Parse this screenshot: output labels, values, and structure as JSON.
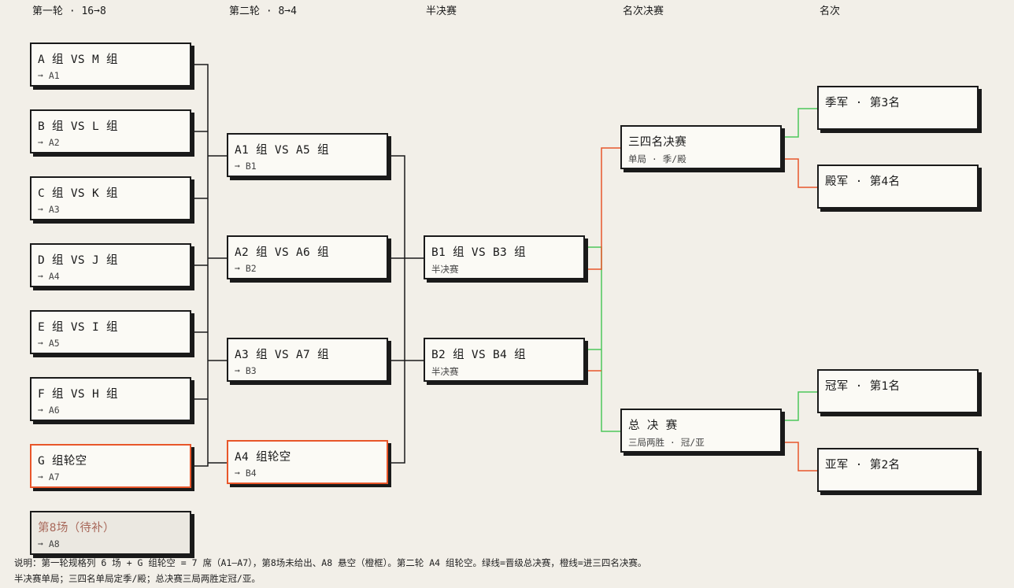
{
  "rounds": [
    "第一轮 · 16➞8",
    "第二轮 · 8➞4",
    "半决赛",
    "名次决赛",
    "名次"
  ],
  "colors": {
    "advance": "#4cc75a",
    "third_place": "#e8562a",
    "line": "#1a1a1a"
  },
  "round1": [
    {
      "title": "A 组 VS M 组",
      "sub": "➞ A1"
    },
    {
      "title": "B 组 VS L 组",
      "sub": "➞ A2"
    },
    {
      "title": "C 组 VS K 组",
      "sub": "➞ A3"
    },
    {
      "title": "D 组 VS J 组",
      "sub": "➞ A4"
    },
    {
      "title": "E 组 VS I 组",
      "sub": "➞ A5"
    },
    {
      "title": "F 组 VS H 组",
      "sub": "➞ A6"
    },
    {
      "title": "G 组轮空",
      "sub": "➞ A7"
    },
    {
      "title": "第8场（待补）",
      "sub": "➞ A8"
    }
  ],
  "round2": [
    {
      "title": "A1 组 VS A5 组",
      "sub": "➞ B1"
    },
    {
      "title": "A2 组 VS A6 组",
      "sub": "➞ B2"
    },
    {
      "title": "A3 组 VS A7 组",
      "sub": "➞ B3"
    },
    {
      "title": "A4 组轮空",
      "sub": "➞ B4"
    }
  ],
  "semis": [
    {
      "title": "B1 组 VS B3 组",
      "sub": "半决赛"
    },
    {
      "title": "B2 组 VS B4 组",
      "sub": "半决赛"
    }
  ],
  "finals": [
    {
      "title": "三四名决赛",
      "sub": "单局 · 季/殿"
    },
    {
      "title": "总  决  赛",
      "sub": "三局两胜 · 冠/亚"
    }
  ],
  "places": [
    {
      "title": "季军 · 第3名"
    },
    {
      "title": "殿军 · 第4名"
    },
    {
      "title": "冠军 · 第1名"
    },
    {
      "title": "亚军 · 第2名"
    }
  ],
  "notes": [
    "说明：第一轮规格列 6 场 + G 组轮空 = 7 席（A1–A7），第8场未给出、A8 悬空（橙框）。第二轮 A4 组轮空。绿线=晋级总决赛，橙线=进三四名决赛。",
    "半决赛单局；三四名单局定季/殿；总决赛三局两胜定冠/亚。"
  ]
}
